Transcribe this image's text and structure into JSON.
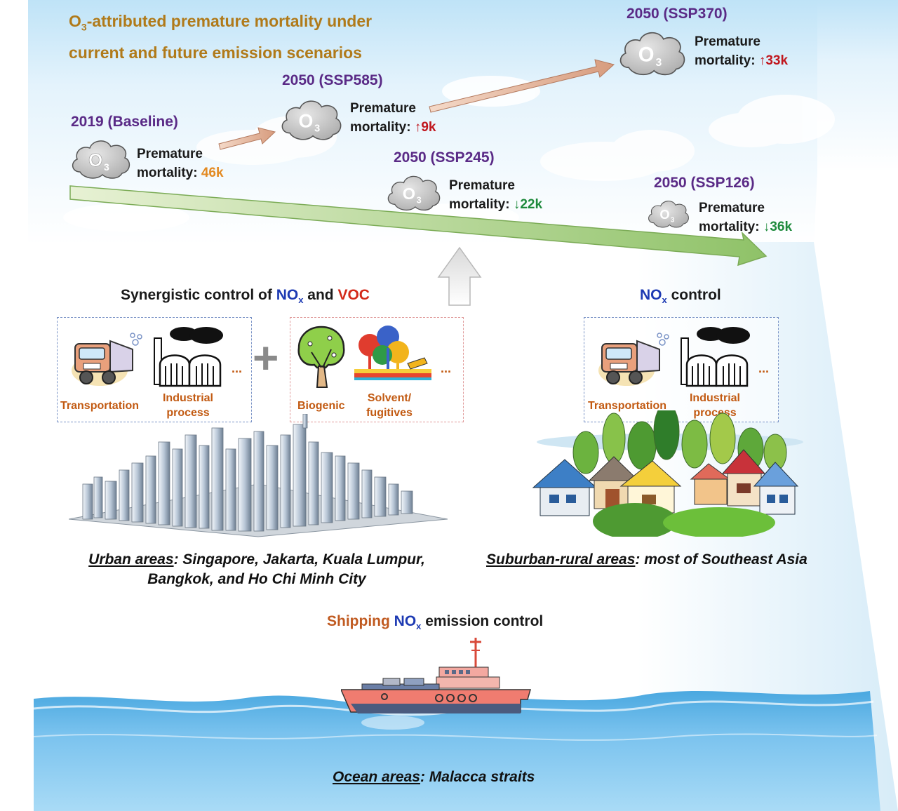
{
  "title": {
    "o3_prefix": "O",
    "o3_sub": "3",
    "line1_rest": "-attributed premature mortality under",
    "line2": "current  and future emission scenarios"
  },
  "o3_label": "O",
  "o3_sub": "3",
  "scenarios": {
    "baseline": {
      "label": "2019 (Baseline)",
      "mortality_label": "Premature",
      "mortality_prefix": "mortality:",
      "value": "46k"
    },
    "ssp585": {
      "label": "2050 (SSP585)",
      "mortality_label": "Premature",
      "mortality_prefix": "mortality:",
      "arrow": "↑",
      "value": "9k"
    },
    "ssp370": {
      "label": "2050 (SSP370)",
      "mortality_label": "Premature",
      "mortality_prefix": "mortality:",
      "arrow": "↑",
      "value": "33k"
    },
    "ssp245": {
      "label": "2050 (SSP245)",
      "mortality_label": "Premature",
      "mortality_prefix": "mortality:",
      "arrow": "↓",
      "value": "22k"
    },
    "ssp126": {
      "label": "2050 (SSP126)",
      "mortality_label": "Premature",
      "mortality_prefix": "mortality:",
      "arrow": "↓",
      "value": "36k"
    }
  },
  "urban": {
    "heading_prefix": "Synergistic control of ",
    "heading_nox": "NO",
    "heading_nox_sub": "x",
    "heading_and": " and ",
    "heading_voc": "VOC",
    "sources": {
      "transport": "Transportation",
      "industrial_1": "Industrial",
      "industrial_2": "process",
      "biogenic": "Biogenic",
      "solvent_1": "Solvent/",
      "solvent_2": "fugitives",
      "ellipsis": "..."
    },
    "plus": "+",
    "location_label": "Urban areas",
    "location_line1": ": Singapore, Jakarta, Kuala Lumpur,",
    "location_line2": "Bangkok, and Ho Chi Minh City"
  },
  "rural": {
    "heading_nox": "NO",
    "heading_nox_sub": "x",
    "heading_rest": " control",
    "sources": {
      "transport": "Transportation",
      "industrial_1": "Industrial",
      "industrial_2": "process",
      "ellipsis": "..."
    },
    "location_label": "Suburban-rural areas",
    "location_rest": ": most of Southeast Asia"
  },
  "ocean": {
    "heading_shipping": "Shipping ",
    "heading_nox": "NO",
    "heading_nox_sub": "x",
    "heading_rest": " emission control",
    "location_label": "Ocean areas",
    "location_rest": ": Malacca straits"
  },
  "colors": {
    "title": "#b07a1a",
    "scenario": "#5a2a86",
    "increase": "#c0171e",
    "decrease": "#1e8a3c",
    "baseline_value": "#e38a22",
    "nox": "#1d3ab3",
    "voc": "#d32a1a",
    "source_text": "#c25a12"
  }
}
